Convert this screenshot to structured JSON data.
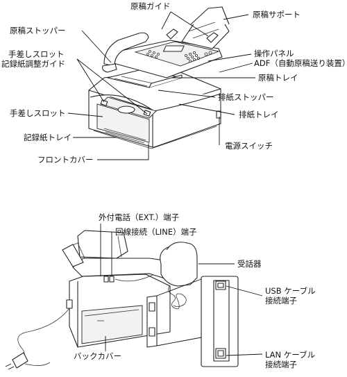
{
  "top_diagram": {
    "labels": {
      "document_guide": "原稿ガイド",
      "document_support": "原稿サポート",
      "document_stopper": "原稿ストッパー",
      "control_panel": "操作パネル",
      "adf": "ADF（自動原稿送り装置）",
      "document_tray": "原稿トレイ",
      "manual_slot_guide_1": "手差しスロット",
      "manual_slot_guide_2": "記録紙調整ガイド",
      "output_stopper": "排紙ストッパー",
      "output_tray": "排紙トレイ",
      "manual_slot": "手差しスロット",
      "paper_tray": "記録紙トレイ",
      "power_switch": "電源スイッチ",
      "front_cover": "フロントカバー"
    }
  },
  "bottom_diagram": {
    "labels": {
      "ext_jack": "外付電話（EXT.）端子",
      "line_jack": "回線接続（LINE）端子",
      "handset": "受話器",
      "usb_port_1": "USB ケーブル",
      "usb_port_2": "接続端子",
      "lan_port_1": "LAN ケーブル",
      "lan_port_2": "接続端子",
      "back_cover": "バックカバー"
    }
  }
}
